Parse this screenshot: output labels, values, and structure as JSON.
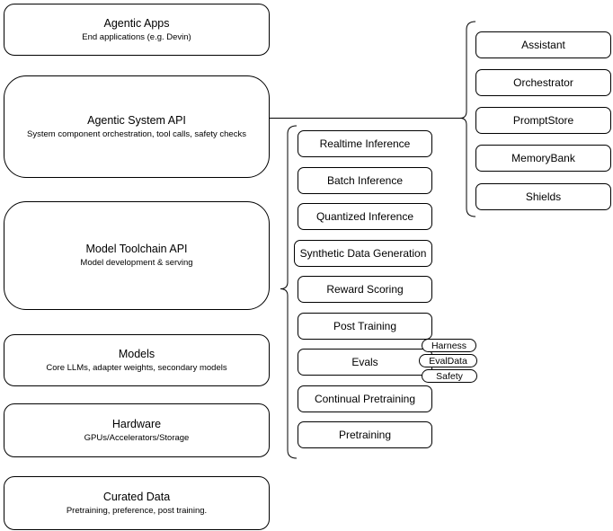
{
  "diagram": {
    "background": "#ffffff",
    "stroke_color": "#000000",
    "text_color": "#000000",
    "left_stack": [
      {
        "title": "Agentic Apps",
        "subtitle": "End applications (e.g. Devin)"
      },
      {
        "title": "Agentic System API",
        "subtitle": "System component orchestration, tool calls, safety checks"
      },
      {
        "title": "Model Toolchain API",
        "subtitle": "Model development & serving"
      },
      {
        "title": "Models",
        "subtitle": "Core LLMs, adapter weights, secondary models"
      },
      {
        "title": "Hardware",
        "subtitle": "GPUs/Accelerators/Storage"
      },
      {
        "title": "Curated Data",
        "subtitle": "Pretraining, preference, post training."
      }
    ],
    "toolchain_components": [
      "Realtime Inference",
      "Batch Inference",
      "Quantized Inference",
      "Synthetic Data Generation",
      "Reward Scoring",
      "Post Training",
      "Evals",
      "Continual Pretraining",
      "Pretraining"
    ],
    "eval_tags": [
      "Harness",
      "EvalData",
      "Safety"
    ],
    "system_components": [
      "Assistant",
      "Orchestrator",
      "PromptStore",
      "MemoryBank",
      "Shields"
    ]
  }
}
